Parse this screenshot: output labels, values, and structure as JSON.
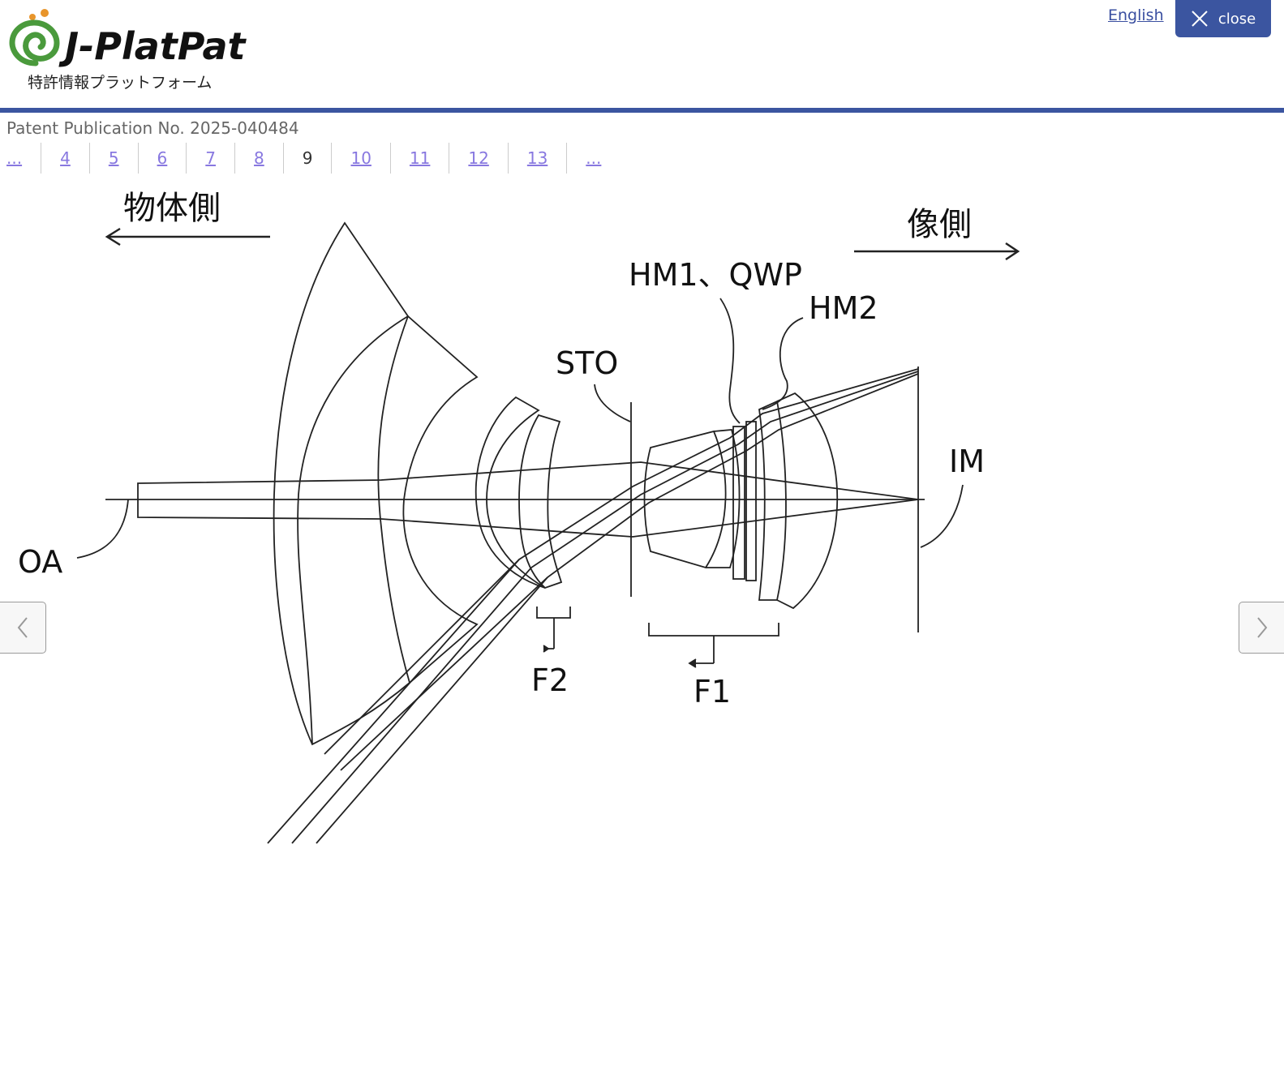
{
  "header": {
    "logo_text": "J-PlatPat",
    "logo_subtitle": "特許情報プラットフォーム",
    "language_link": "English",
    "close_label": "close"
  },
  "publication": {
    "label": "Patent Publication No. 2025-040484"
  },
  "pager": {
    "items": [
      "...",
      "4",
      "5",
      "6",
      "7",
      "8",
      "9",
      "10",
      "11",
      "12",
      "13",
      "..."
    ],
    "current": "9"
  },
  "drawing_labels": {
    "object_side": "物体側",
    "image_side": "像側",
    "hm1_qwp": "HM1、QWP",
    "hm2": "HM2",
    "sto": "STO",
    "im": "IM",
    "oa": "OA",
    "f2": "F2",
    "f1": "F1"
  },
  "colors": {
    "brand_blue": "#3b55a0",
    "link_purple": "#8878e0",
    "logo_green": "#4a9a3c",
    "logo_orange": "#e8952b"
  },
  "icons": {
    "close": "close-x-icon",
    "prev": "chevron-left-icon",
    "next": "chevron-right-icon"
  }
}
